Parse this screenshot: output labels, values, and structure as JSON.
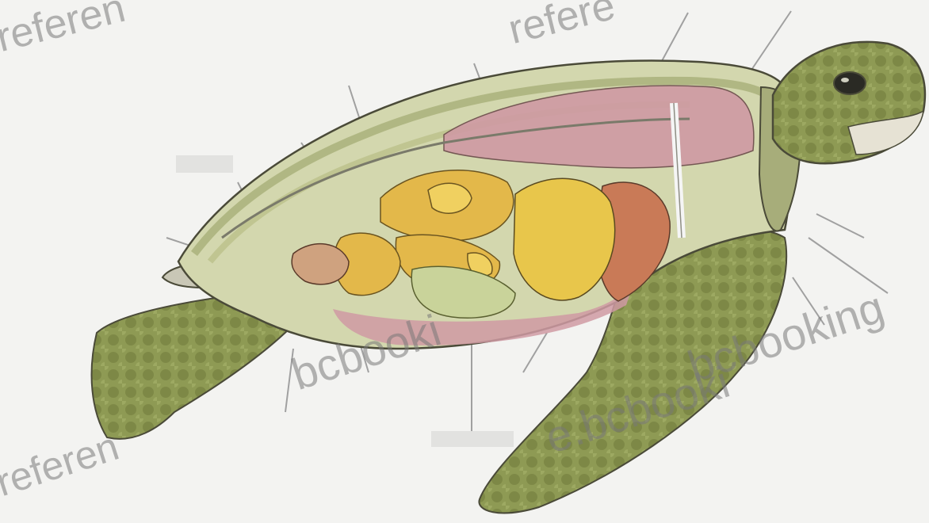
{
  "figure": {
    "subject": "sea-turtle-internal-anatomy",
    "label_lines_present": true,
    "labels": []
  },
  "watermarks": {
    "top_left": "referen",
    "top_center": "refere",
    "mid_left": "bcbooki",
    "bottom_left": "referen",
    "right": "bcbooking",
    "bottom_mid": "e.bcbooki"
  },
  "colors": {
    "background": "#f3f3f1",
    "skin": "#8e9a54",
    "carapace": "#c7cf97",
    "lung": "#cf9aa3",
    "stomach": "#e8c64b",
    "intestine": "#e3b84a",
    "liver": "#c97a57",
    "outline": "#4a4a38",
    "leader_line": "#9a9a9a"
  }
}
